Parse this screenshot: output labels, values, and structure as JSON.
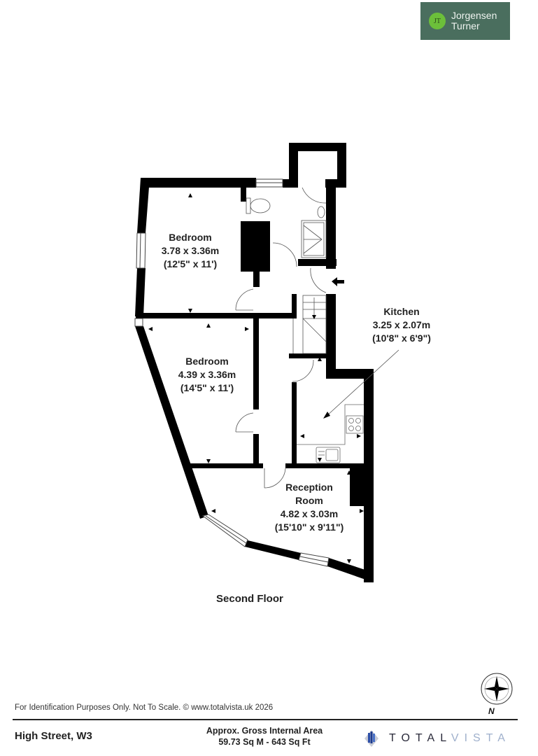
{
  "branding": {
    "agent_initials": "JT",
    "agent_name_line1": "Jorgensen",
    "agent_name_line2": "Turner",
    "agent_color": "#4a6e5e",
    "agent_accent": "#6cbf3a"
  },
  "rooms": [
    {
      "name": "Bedroom",
      "metric": "3.78 x 3.36m",
      "imperial": "(12'5\" x 11')"
    },
    {
      "name": "Bedroom",
      "metric": "4.39 x 3.36m",
      "imperial": "(14'5\" x 11')"
    },
    {
      "name": "Kitchen",
      "metric": "3.25 x 2.07m",
      "imperial": "(10'8\" x 6'9\")"
    },
    {
      "name_line1": "Reception",
      "name_line2": "Room",
      "metric": "4.82 x 3.03m",
      "imperial": "(15'10\" x 9'11\")"
    }
  ],
  "floor_label": "Second Floor",
  "footer": {
    "disclaimer": "For Identification Purposes Only. Not To Scale. © www.totalvista.uk  2026",
    "address": "High Street, W3",
    "area_line1": "Approx. Gross Internal Area",
    "area_line2": "59.73 Sq M - 643 Sq Ft",
    "brand_part1": "TOTAL",
    "brand_part2": "VISTA",
    "compass_label": "N"
  },
  "icons": {
    "entrance": "entrance-arrow-icon",
    "compass": "compass-rose-icon"
  }
}
